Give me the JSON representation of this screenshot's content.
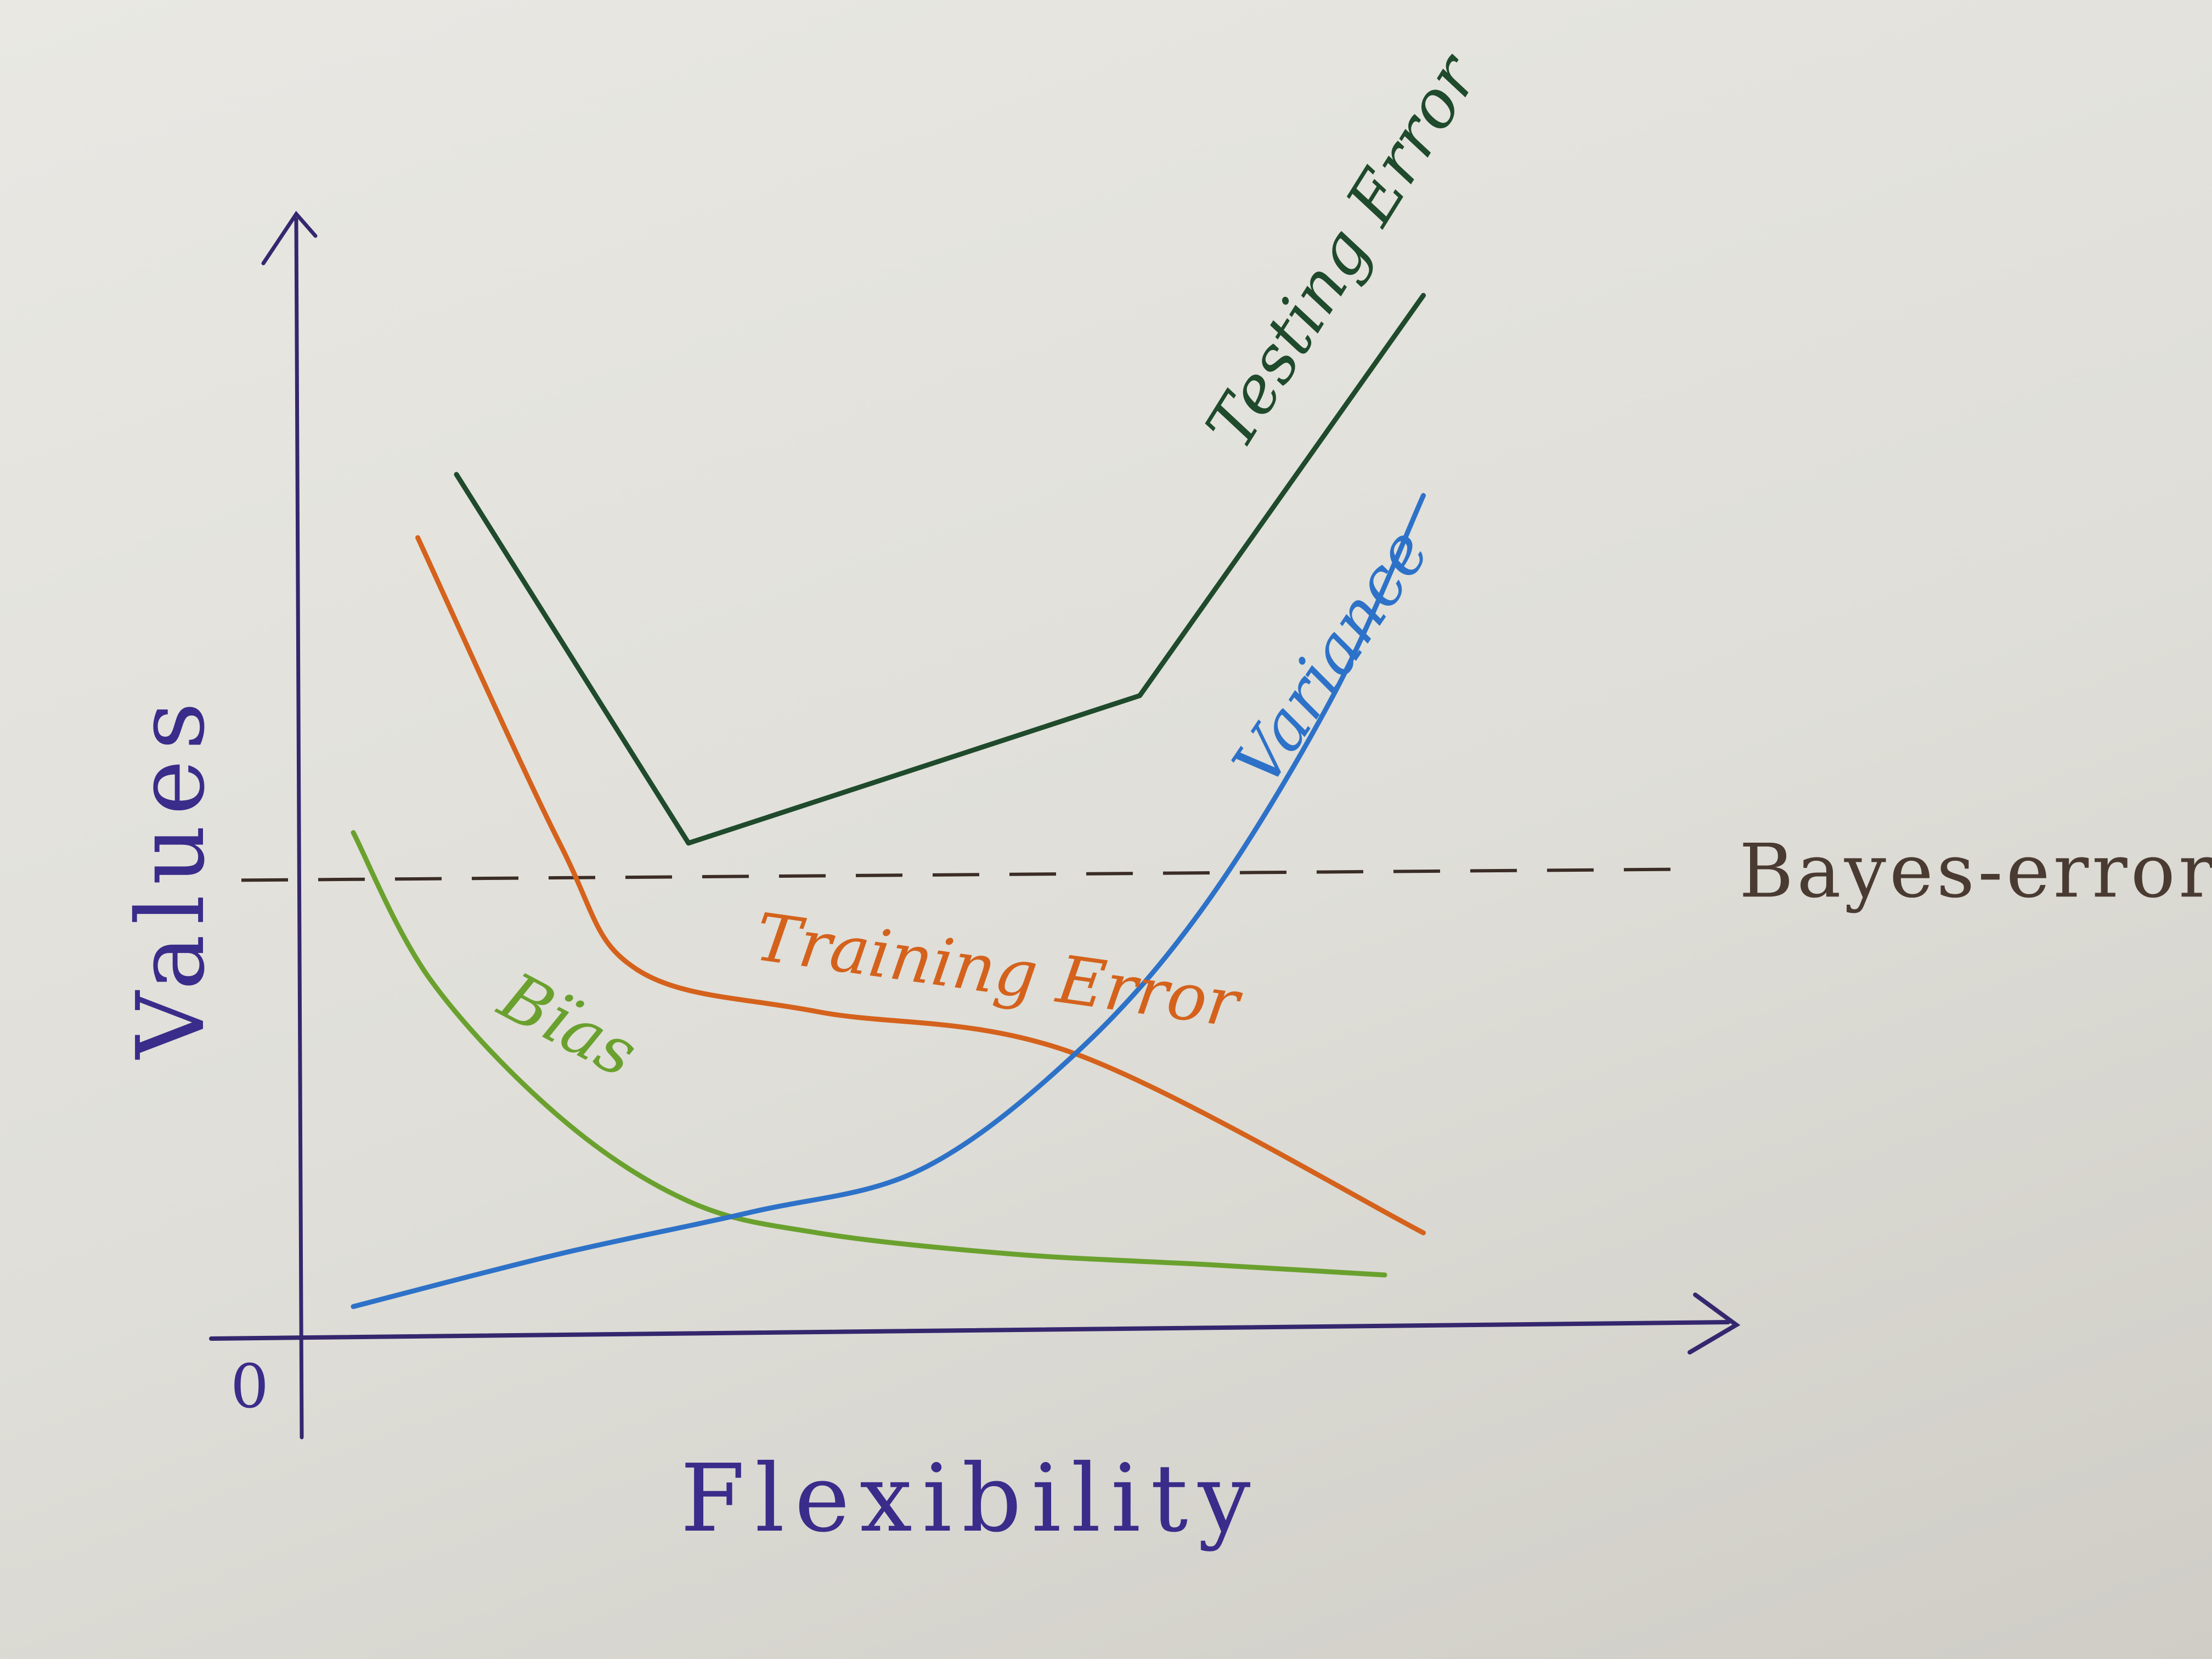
{
  "chart_data": {
    "type": "line",
    "xlabel": "Flexibility",
    "ylabel": "Values",
    "origin_label": "0",
    "xlim": [
      0,
      10
    ],
    "ylim": [
      0,
      10
    ],
    "grid": false,
    "legend": "none",
    "series": [
      {
        "name": "Testing Error",
        "color": "#1f4a2c",
        "x": [
          1.2,
          3.0,
          6.5,
          8.7
        ],
        "y": [
          8.1,
          4.6,
          6.0,
          9.8
        ]
      },
      {
        "name": "Training Error",
        "color": "#d4621c",
        "x": [
          0.9,
          2.0,
          2.6,
          4.0,
          6.0,
          8.7
        ],
        "y": [
          7.5,
          4.6,
          3.4,
          3.0,
          2.6,
          0.9
        ]
      },
      {
        "name": "Bïas",
        "color": "#6aa12e",
        "x": [
          0.4,
          1.0,
          2.0,
          3.0,
          4.0,
          5.5,
          7.0,
          8.4
        ],
        "y": [
          4.7,
          3.3,
          2.0,
          1.2,
          0.9,
          0.7,
          0.6,
          0.5
        ]
      },
      {
        "name": "Variance",
        "color": "#2d72c8",
        "x": [
          0.4,
          2.0,
          3.5,
          4.8,
          6.0,
          7.0,
          8.0,
          8.7
        ],
        "y": [
          0.2,
          0.7,
          1.1,
          1.5,
          2.6,
          4.0,
          6.0,
          7.9
        ]
      }
    ],
    "reference_lines": [
      {
        "name": "Bayes-error",
        "style": "dashed",
        "color": "#3b2d26",
        "y": 4.3
      }
    ]
  }
}
